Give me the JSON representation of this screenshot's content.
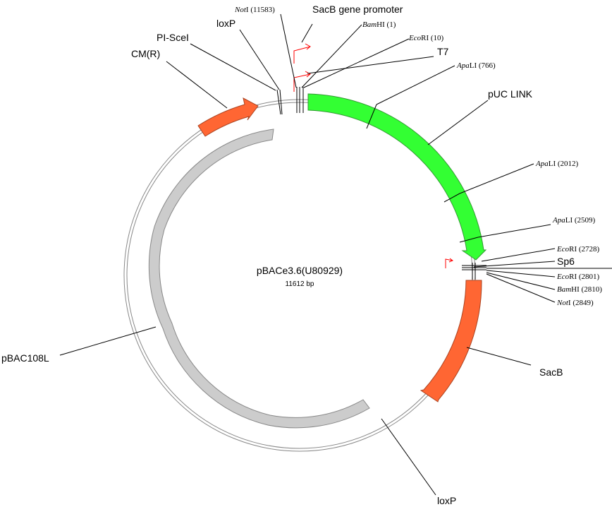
{
  "plasmid": {
    "name": "pBACe3.6(U80929)",
    "size_label": "11612 bp"
  },
  "colors": {
    "pUC_LINK": "#33ff33",
    "resistance": "#ff6633",
    "pBAC108L": "#cccccc",
    "promoter": "#ff0000"
  },
  "features": [
    {
      "key": "cmr",
      "label": "CM(R)"
    },
    {
      "key": "puc",
      "label": "pUC LINK"
    },
    {
      "key": "sacb",
      "label": "SacB"
    },
    {
      "key": "pbac",
      "label": "pBAC108L"
    },
    {
      "key": "loxp_bottom",
      "label": "loxP"
    }
  ],
  "top_labels": {
    "pi_scei": "PI-SceI",
    "loxp": "loxP",
    "sacb_promoter": "SacB gene promoter",
    "t7": "T7",
    "sp6": "Sp6"
  },
  "sites": [
    {
      "key": "noti_11583",
      "enzyme": "Not",
      "suffix": "I",
      "pos": "(11583)"
    },
    {
      "key": "bamhi_1",
      "enzyme": "Bam",
      "suffix": "HI",
      "pos": "(1)"
    },
    {
      "key": "ecori_10",
      "enzyme": "Eco",
      "suffix": "RI",
      "pos": "(10)"
    },
    {
      "key": "apali_766",
      "enzyme": "Apa",
      "suffix": "LI",
      "pos": "(766)"
    },
    {
      "key": "apali_2012",
      "enzyme": "Apa",
      "suffix": "LI",
      "pos": "(2012)"
    },
    {
      "key": "apali_2509",
      "enzyme": "Apa",
      "suffix": "LI",
      "pos": "(2509)"
    },
    {
      "key": "ecori_2728",
      "enzyme": "Eco",
      "suffix": "RI",
      "pos": "(2728)"
    },
    {
      "key": "ecori_2801",
      "enzyme": "Eco",
      "suffix": "RI",
      "pos": "(2801)"
    },
    {
      "key": "bamhi_2810",
      "enzyme": "Bam",
      "suffix": "HI",
      "pos": "(2810)"
    },
    {
      "key": "noti_2849",
      "enzyme": "Not",
      "suffix": "I",
      "pos": "(2849)"
    }
  ]
}
